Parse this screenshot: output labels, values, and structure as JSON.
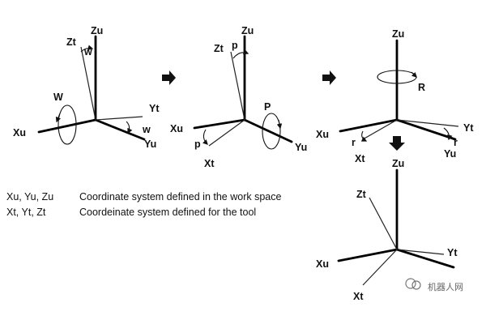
{
  "labels": {
    "zu": "Zu",
    "zt": "Zt",
    "xu": "Xu",
    "xt": "Xt",
    "yu": "Yu",
    "yt": "Yt",
    "w_upper": "W",
    "w_lower": "w",
    "p_upper": "P",
    "p_lower": "p",
    "r_upper": "R",
    "r_lower": "r"
  },
  "legend": {
    "row1": {
      "key": "Xu, Yu, Zu",
      "text": "Coordinate system defined in the work space"
    },
    "row2": {
      "key": "Xt, Yt, Zt",
      "text": "Coordeinate system defined for the tool"
    }
  },
  "watermark": "机器人网",
  "colors": {
    "ink": "#111111",
    "background": "#ffffff"
  }
}
